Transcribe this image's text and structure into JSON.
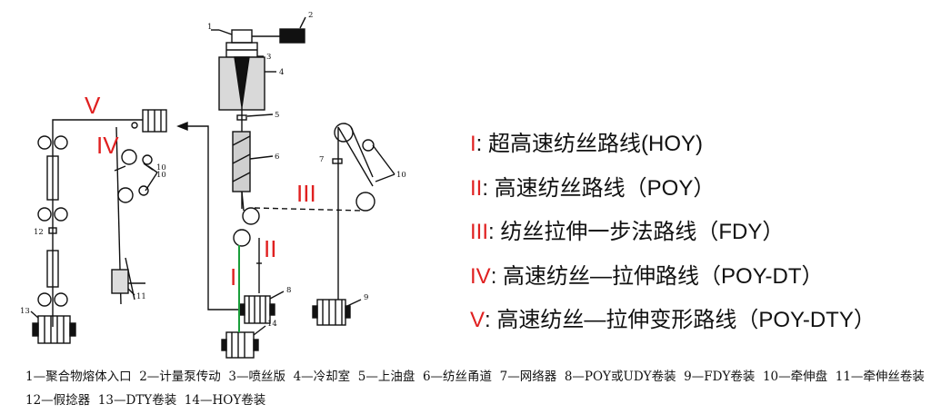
{
  "diagram": {
    "callouts": [
      "1",
      "2",
      "3",
      "4",
      "5",
      "6",
      "7",
      "8",
      "9",
      "10",
      "10",
      "10",
      "11",
      "12",
      "13",
      "14"
    ],
    "route_marks": [
      "V",
      "IV",
      "III",
      "II",
      "I"
    ]
  },
  "routes": [
    {
      "mark": "I",
      "text": ": 超高速纺丝路线(HOY)"
    },
    {
      "mark": "II",
      "text": ": 高速纺丝路线（POY）"
    },
    {
      "mark": "III",
      "text": ": 纺丝拉伸一步法路线（FDY）"
    },
    {
      "mark": "IV",
      "text": ": 高速纺丝—拉伸路线（POY-DT）"
    },
    {
      "mark": "V",
      "text": ": 高速纺丝—拉伸变形路线（POY-DTY）"
    }
  ],
  "caption": {
    "items": [
      "1—聚合物熔体入口",
      "2—计量泵传动",
      "3—喷丝版",
      "4—冷却室",
      "5—上油盘",
      "6—纺丝甬道",
      "7—网络器",
      "8—POY或UDY卷装",
      "9—FDY卷装",
      "10—牵伸盘",
      "11—牵伸丝卷装",
      "12—假捻器",
      "13—DTY卷装",
      "14—HOY卷装"
    ]
  },
  "colors": {
    "route_mark": "#e02020",
    "hoy_line": "#1a9e3a",
    "ink": "#111111"
  }
}
